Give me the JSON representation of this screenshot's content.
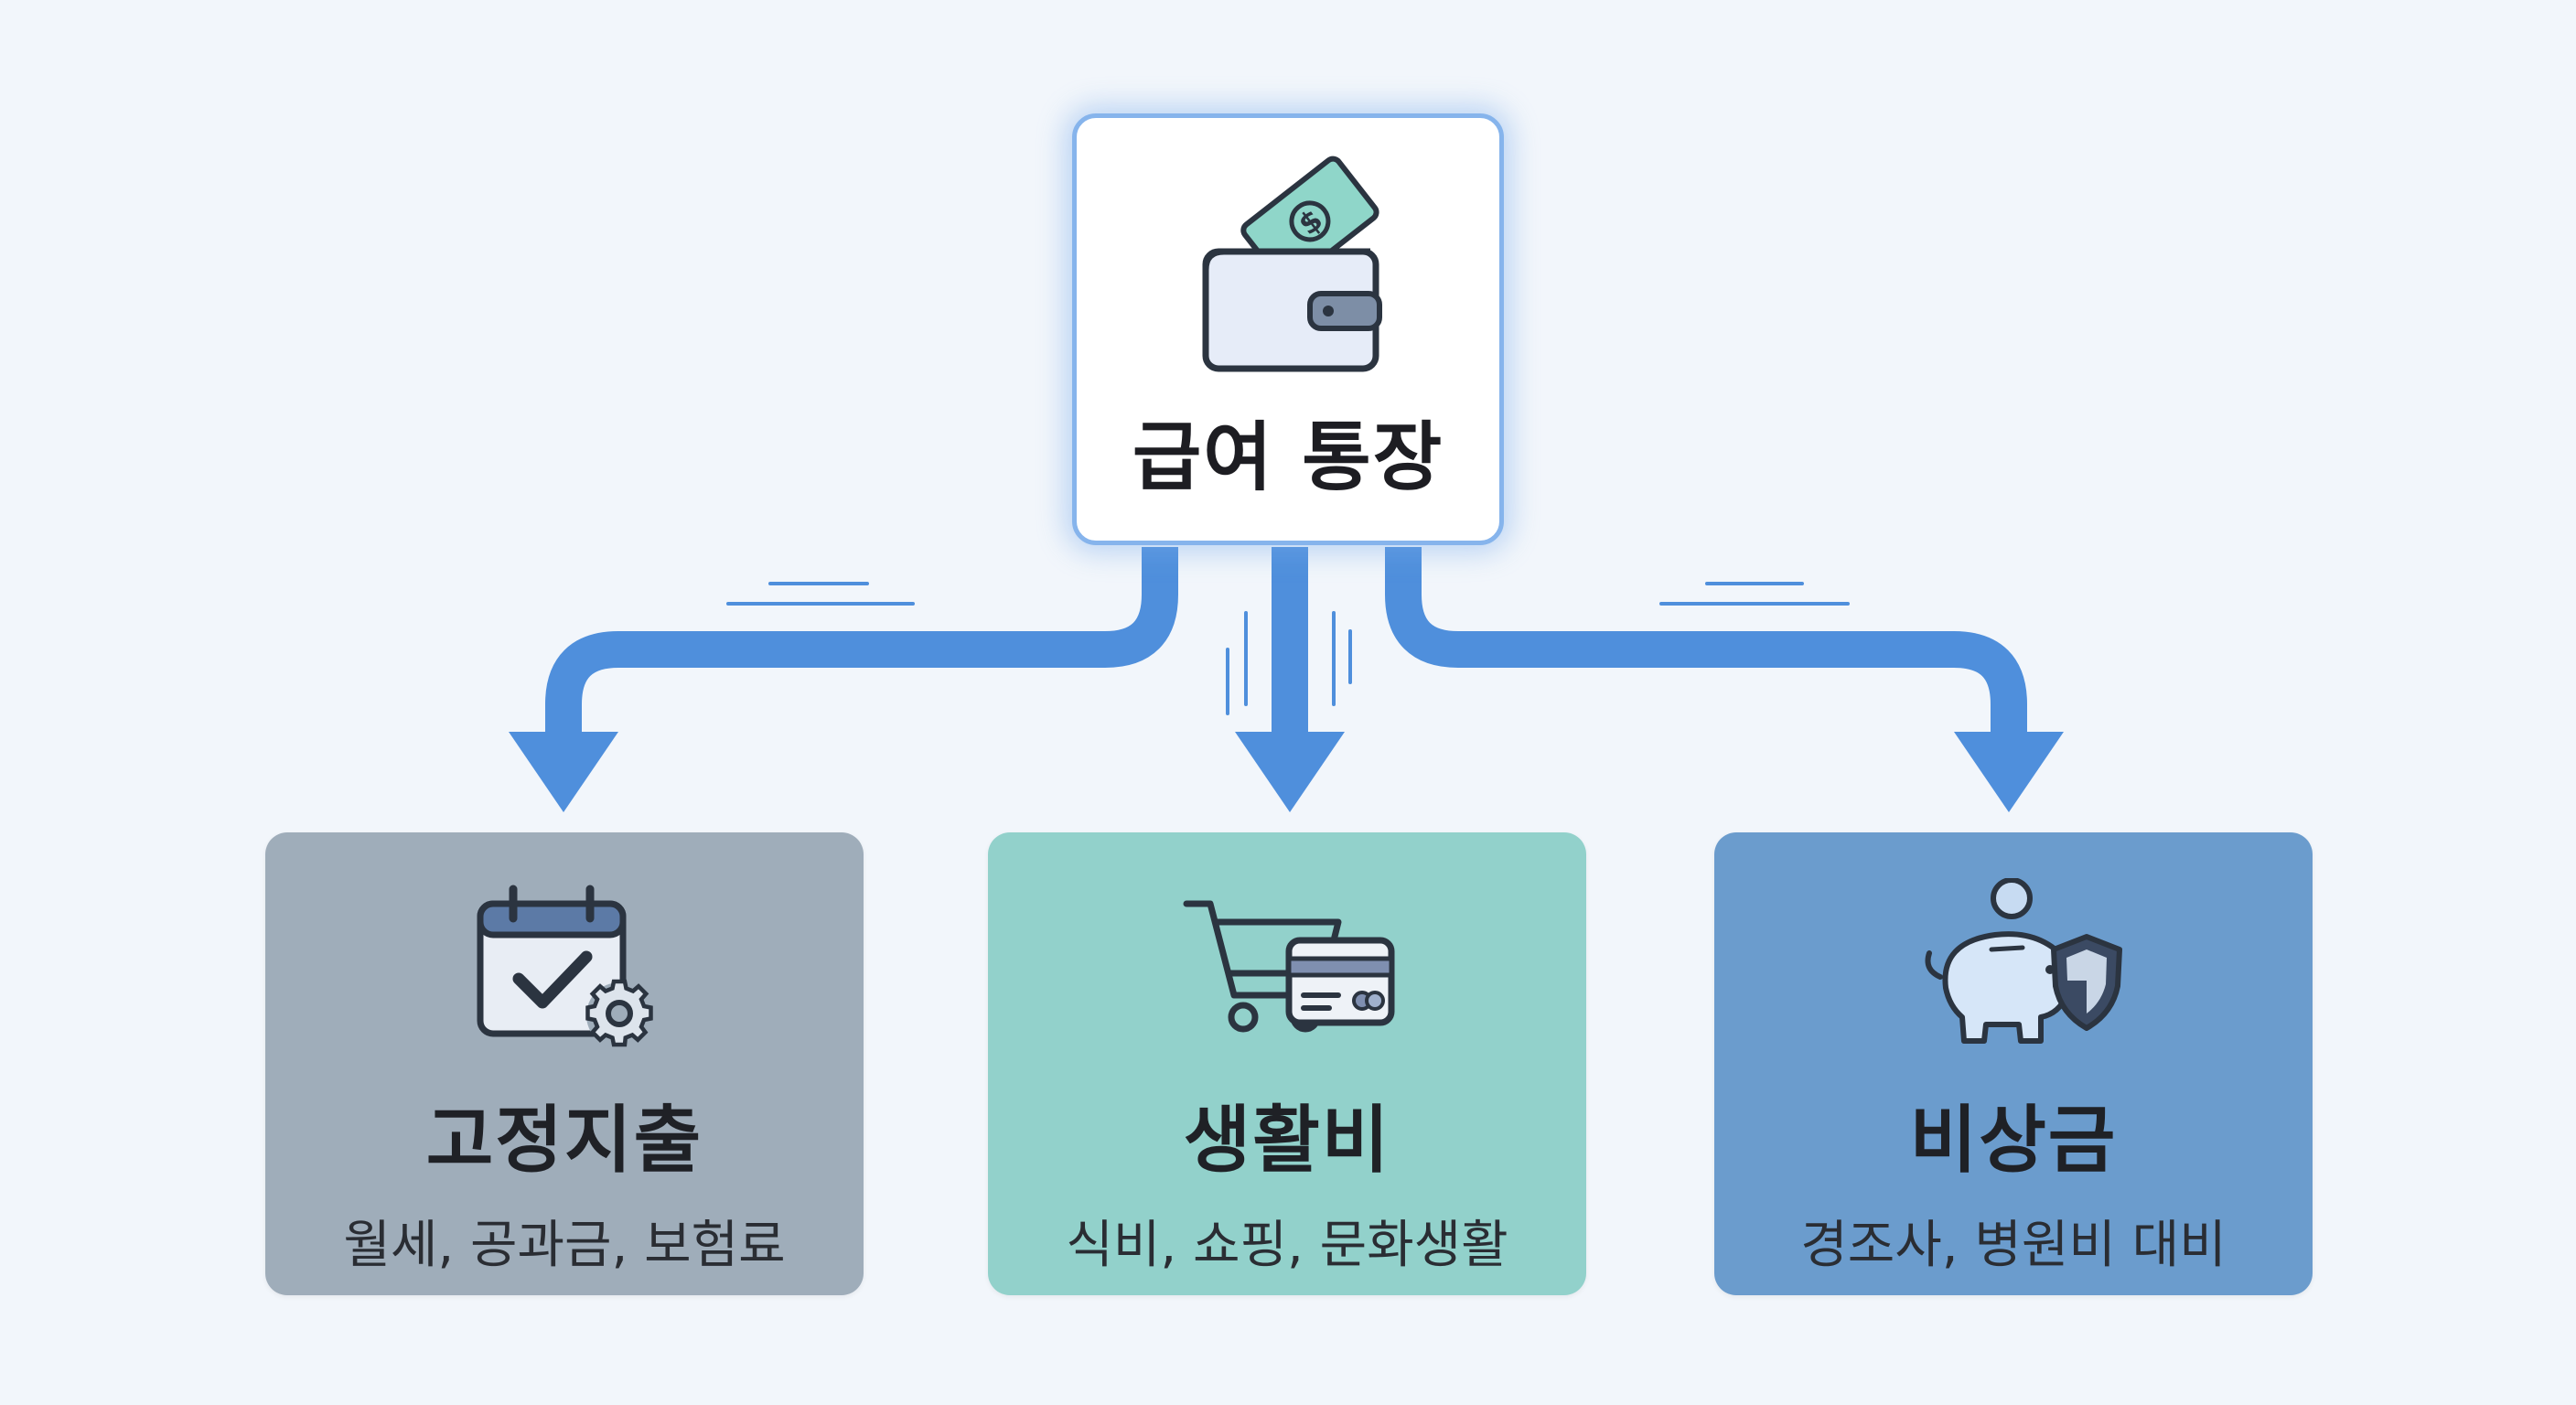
{
  "source": {
    "title": "급여 통장",
    "icon": "wallet-with-cash-icon"
  },
  "destinations": [
    {
      "title": "고정지출",
      "subtitle": "월세, 공과금, 보험료",
      "icon": "calendar-check-gear-icon",
      "color": "#9fadba"
    },
    {
      "title": "생활비",
      "subtitle": "식비, 쇼핑, 문화생활",
      "icon": "cart-and-card-icon",
      "color": "#92d1cb"
    },
    {
      "title": "비상금",
      "subtitle": "경조사, 병원비 대비",
      "icon": "piggy-bank-shield-icon",
      "color": "#6b9ccd"
    }
  ],
  "colors": {
    "background": "#f2f6fb",
    "arrow": "#4f8fdc",
    "source_border": "#86b4ec",
    "icon_outline": "#2b3440"
  }
}
